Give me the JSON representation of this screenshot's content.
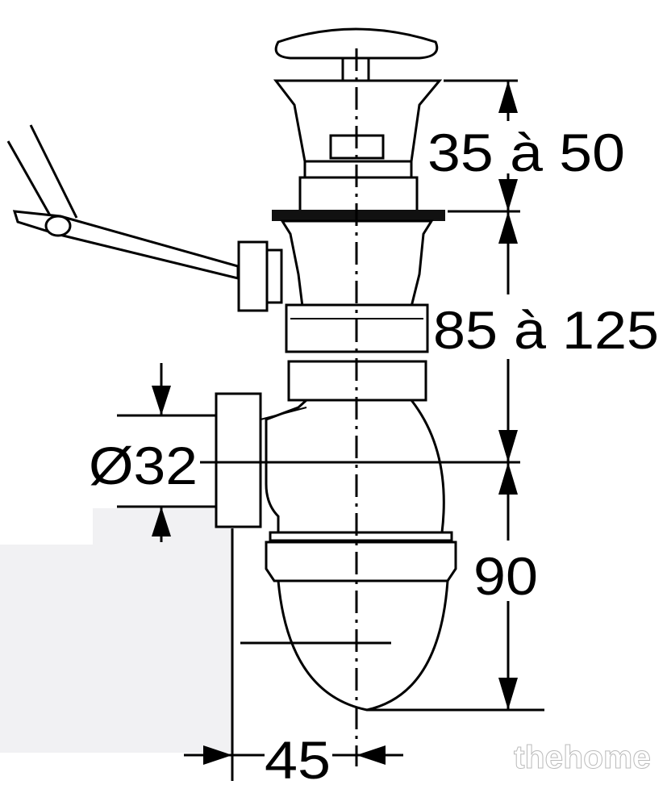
{
  "diagram": {
    "dimensions": {
      "overflow_height": "35 à 50",
      "tailpiece_height": "85 à 125",
      "outlet_diameter": "Ø32",
      "trap_depth": "90",
      "outlet_offset": "45"
    },
    "watermark": "thehome"
  }
}
